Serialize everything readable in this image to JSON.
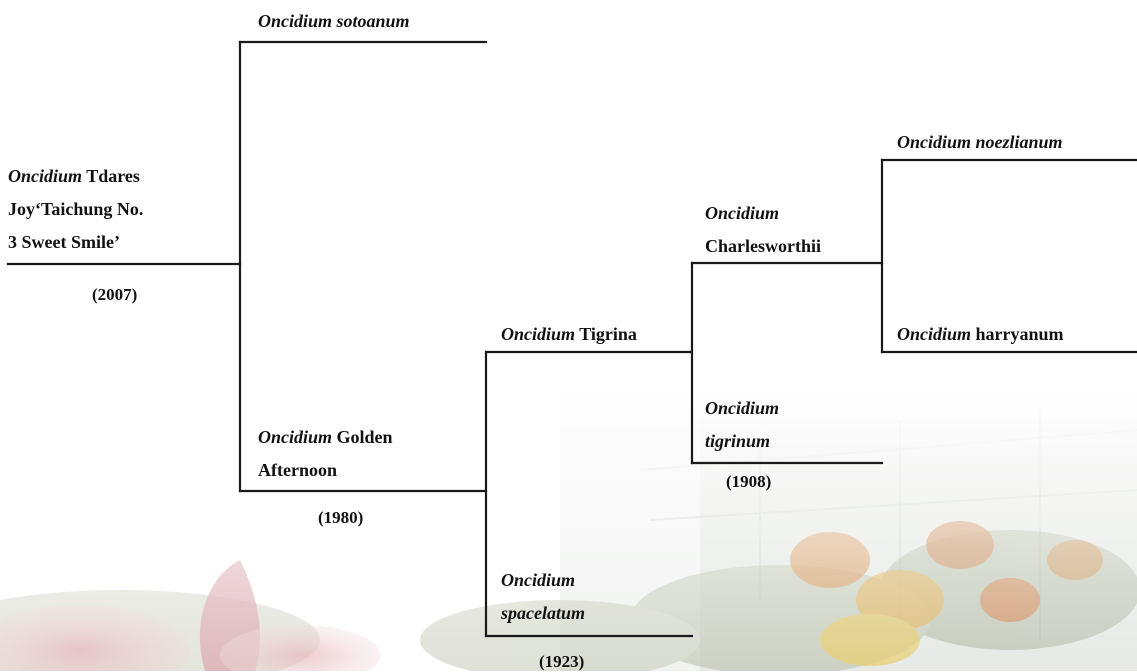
{
  "tree": {
    "root": {
      "line1_italic": "Oncidium",
      "line1_rest": " Tdares",
      "line2": "Joy‘Taichung No.",
      "line3": "3 Sweet Smile’",
      "year": "(2007)"
    },
    "sotoanum": {
      "italic": "Oncidium sotoanum"
    },
    "golden_afternoon": {
      "line1_italic": "Oncidium",
      "line1_rest": " Golden",
      "line2": "Afternoon",
      "year": "(1980)"
    },
    "tigrina": {
      "italic": "Oncidium",
      "rest": " Tigrina"
    },
    "spacelatum": {
      "line1_italic": "Oncidium",
      "line2_italic": "spacelatum",
      "year": "(1923)"
    },
    "charlesworthii": {
      "line1_italic": "Oncidium",
      "line2": "Charlesworthii"
    },
    "tigrinum": {
      "line1_italic": "Oncidium",
      "line2_italic": "tigrinum",
      "year": "(1908)"
    },
    "noezlianum": {
      "italic": "Oncidium noezlianum"
    },
    "harryanum": {
      "italic": "Oncidium",
      "rest": " harryanum"
    }
  },
  "colors": {
    "line": "#1a1a1a",
    "text": "#111111"
  }
}
